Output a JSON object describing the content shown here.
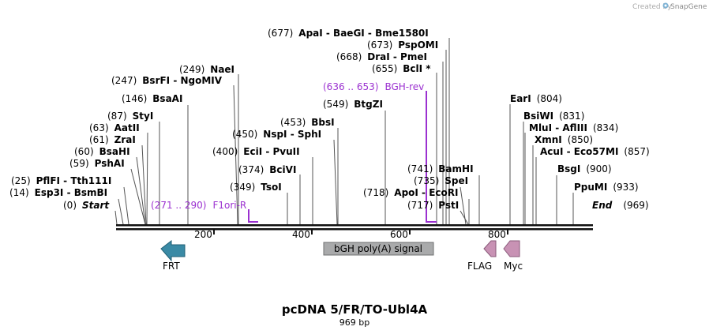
{
  "map": {
    "title": "pcDNA 5/FR/TO-Ubl4A",
    "length_label": "969 bp",
    "total_bp": 969,
    "branding": {
      "prefix": "Created by",
      "name": "SnapGene"
    },
    "ruler_ticks": [
      200,
      400,
      600,
      800
    ],
    "sites": [
      {
        "pos": "(677)",
        "name": "ApaI  -  BaeGI  -  Bme1580I",
        "bp": 677
      },
      {
        "pos": "(673)",
        "name": "PspOMI",
        "bp": 673
      },
      {
        "pos": "(668)",
        "name": "DraI  -  PmeI",
        "bp": 668
      },
      {
        "pos": "(655)",
        "name": "BclI *",
        "bp": 655
      },
      {
        "pos": "(549)",
        "name": "BtgZI",
        "bp": 549
      },
      {
        "pos": "(249)",
        "name": "NaeI",
        "bp": 249
      },
      {
        "pos": "(247)",
        "name": "BsrFI  -  NgoMIV",
        "bp": 247
      },
      {
        "pos": "(146)",
        "name": "BsaAI",
        "bp": 146
      },
      {
        "pos": "(87)",
        "name": "StyI",
        "bp": 87
      },
      {
        "pos": "(63)",
        "name": "AatII",
        "bp": 63
      },
      {
        "pos": "(61)",
        "name": "ZraI",
        "bp": 61
      },
      {
        "pos": "(60)",
        "name": "BsaHI",
        "bp": 60
      },
      {
        "pos": "(59)",
        "name": "PshAI",
        "bp": 59
      },
      {
        "pos": "(25)",
        "name": "PflFI  -  Tth111I",
        "bp": 25
      },
      {
        "pos": "(14)",
        "name": "Esp3I  -  BsmBI",
        "bp": 14
      },
      {
        "pos": "(453)",
        "name": "BbsI",
        "bp": 453
      },
      {
        "pos": "(450)",
        "name": "NspI  -  SphI",
        "bp": 450
      },
      {
        "pos": "(400)",
        "name": "EciI  -  PvuII",
        "bp": 400
      },
      {
        "pos": "(374)",
        "name": "BciVI",
        "bp": 374
      },
      {
        "pos": "(349)",
        "name": "TsoI",
        "bp": 349
      },
      {
        "pos": "(741)",
        "name": "BamHI",
        "bp": 741
      },
      {
        "pos": "(735)",
        "name": "SpeI",
        "bp": 735
      },
      {
        "pos": "(718)",
        "name": "ApoI  -  EcoRI",
        "bp": 718
      },
      {
        "pos": "(717)",
        "name": "PstI",
        "bp": 717
      },
      {
        "pos": "(804)",
        "name": "EarI",
        "bp": 804
      },
      {
        "pos": "(831)",
        "name": "BsiWI",
        "bp": 831
      },
      {
        "pos": "(834)",
        "name": "MluI  -  AflIII",
        "bp": 834
      },
      {
        "pos": "(850)",
        "name": "XmnI",
        "bp": 850
      },
      {
        "pos": "(857)",
        "name": "AcuI  -  Eco57MI",
        "bp": 857
      },
      {
        "pos": "(900)",
        "name": "BsgI",
        "bp": 900
      },
      {
        "pos": "(933)",
        "name": "PpuMI",
        "bp": 933
      }
    ],
    "ends": {
      "start": {
        "pos": "(0)",
        "name": "Start"
      },
      "end": {
        "name": "End",
        "pos": "(969)"
      }
    },
    "primers": [
      {
        "range": "(271 .. 290)",
        "name": "F1ori-R",
        "color": "#9b30d0"
      },
      {
        "range": "(636 .. 653)",
        "name": "BGH-rev",
        "color": "#9b30d0"
      }
    ],
    "features": [
      {
        "name": "FRT",
        "color": "#3a8aa5",
        "direction": "reverse"
      },
      {
        "name": "bGH poly(A) signal",
        "color": "#a9aaab",
        "direction": "none"
      },
      {
        "name": "FLAG",
        "color": "#c892b4",
        "direction": "reverse"
      },
      {
        "name": "Myc",
        "color": "#c892b4",
        "direction": "reverse"
      }
    ]
  }
}
